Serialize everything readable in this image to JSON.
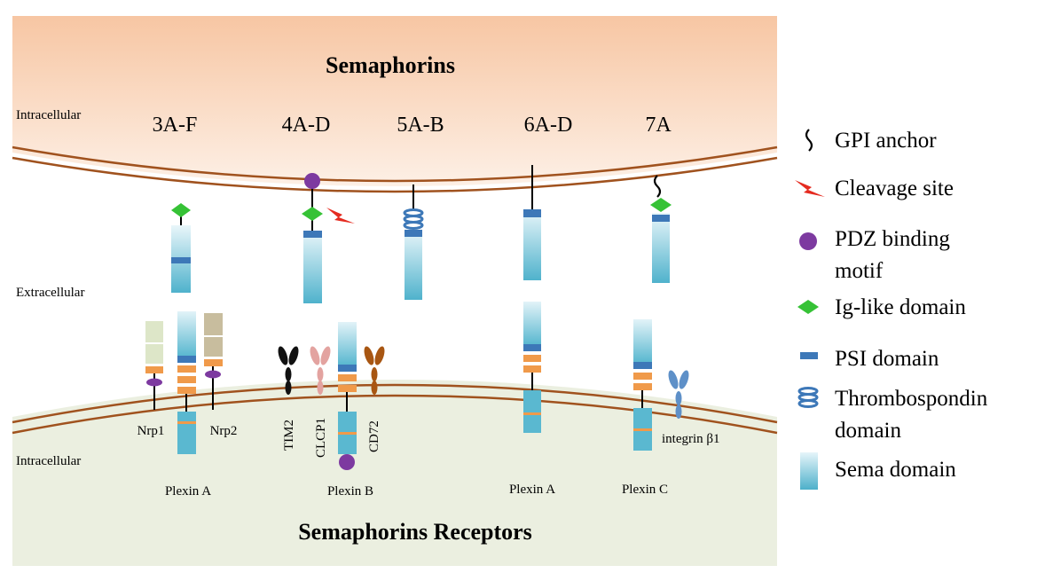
{
  "diagram": {
    "top_title": "Semaphorins",
    "bottom_title": "Semaphorins Receptors",
    "regions": {
      "top_intracellular": "Intracellular",
      "extracellular": "Extracellular",
      "bottom_intracellular": "Intracellular"
    },
    "semaphorin_classes": [
      "3A-F",
      "4A-D",
      "5A-B",
      "6A-D",
      "7A"
    ],
    "receptor_labels": {
      "nrp1": "Nrp1",
      "nrp2": "Nrp2",
      "tim2": "TIM2",
      "clcp1": "CLCP1",
      "cd72": "CD72",
      "integrin": "integrin β1"
    },
    "plexin_labels": [
      "Plexin A",
      "Plexin B",
      "Plexin A",
      "Plexin C"
    ]
  },
  "legend": {
    "items": [
      {
        "icon": "gpi-anchor-icon",
        "label": "GPI anchor"
      },
      {
        "icon": "cleavage-site-icon",
        "label": "Cleavage site"
      },
      {
        "icon": "pdz-binding-motif-icon",
        "label": "PDZ binding\nmotif"
      },
      {
        "icon": "ig-like-domain-icon",
        "label": "Ig-like domain"
      },
      {
        "icon": "psi-domain-icon",
        "label": "PSI domain"
      },
      {
        "icon": "thrombospondin-domain-icon",
        "label": "Thrombospondin\ndomain"
      },
      {
        "icon": "sema-domain-icon",
        "label": "Sema domain"
      }
    ]
  },
  "colors": {
    "top_region": "#f8c9a6",
    "bottom_region": "#ebefe0",
    "membrane": "#a0521e",
    "sema": "#5ab8d0",
    "psi": "#3d78b8",
    "ig_like": "#36c236",
    "pdz": "#7d3aa0",
    "orange": "#f09a4a",
    "cleavage": "#e52b20"
  }
}
